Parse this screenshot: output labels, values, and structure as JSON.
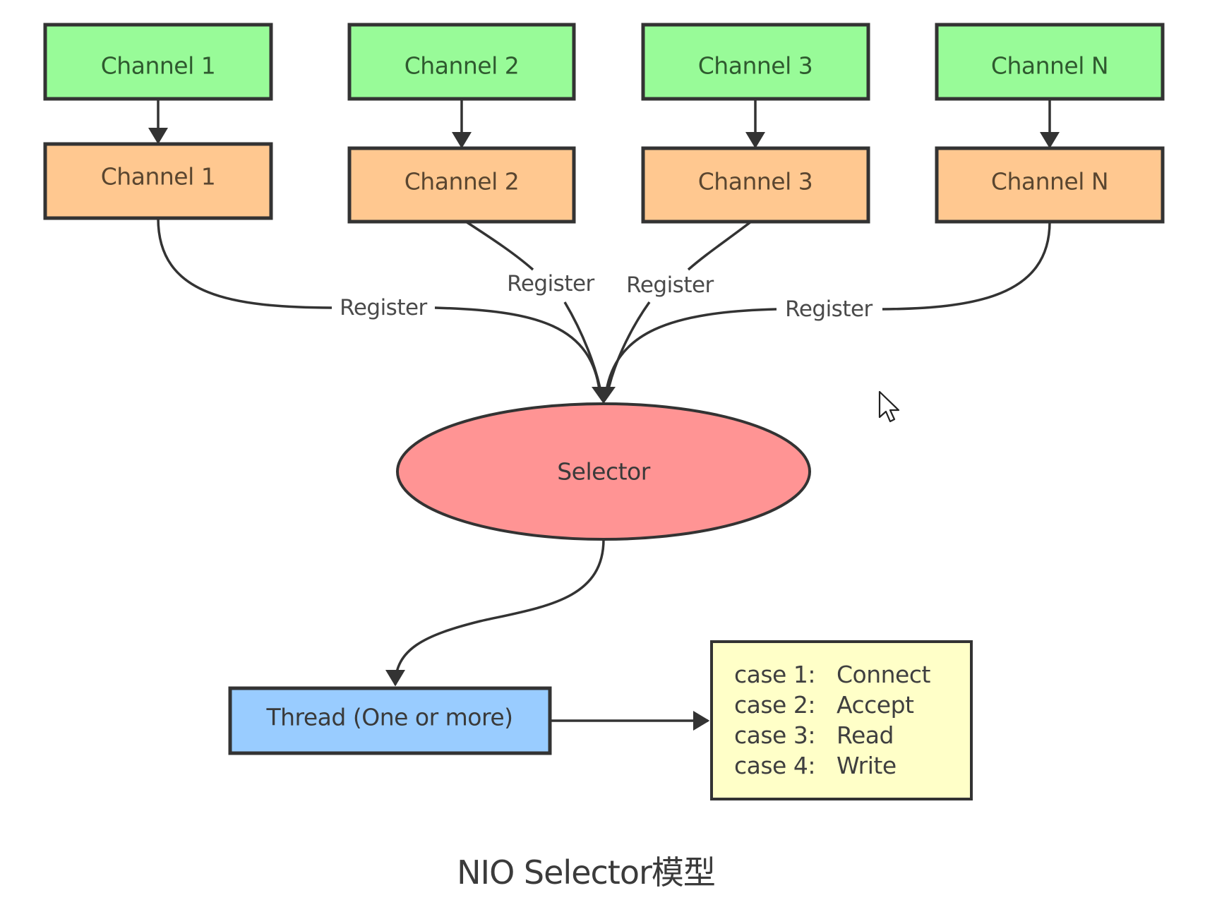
{
  "diagram": {
    "title": "NIO Selector模型",
    "colors": {
      "channel_source": "#98fb98",
      "channel_registered": "#ffc890",
      "selector": "#ff9494",
      "thread": "#99ccff",
      "cases": "#ffffc8",
      "stroke": "#333333"
    },
    "channels_top": [
      {
        "label": "Channel 1"
      },
      {
        "label": "Channel 2"
      },
      {
        "label": "Channel 3"
      },
      {
        "label": "Channel N"
      }
    ],
    "channels_bottom": [
      {
        "label": "Channel 1"
      },
      {
        "label": "Channel 2"
      },
      {
        "label": "Channel 3"
      },
      {
        "label": "Channel N"
      }
    ],
    "edge_labels": [
      "Register",
      "Register",
      "Register",
      "Register"
    ],
    "selector": {
      "label": "Selector"
    },
    "thread": {
      "label": "Thread (One or more)"
    },
    "cases": [
      {
        "label": "case 1:",
        "value": "Connect"
      },
      {
        "label": "case 2:",
        "value": "Accept"
      },
      {
        "label": "case 3:",
        "value": "Read"
      },
      {
        "label": "case 4:",
        "value": "Write"
      }
    ],
    "cursor": {
      "icon": "mouse-pointer-icon"
    }
  }
}
